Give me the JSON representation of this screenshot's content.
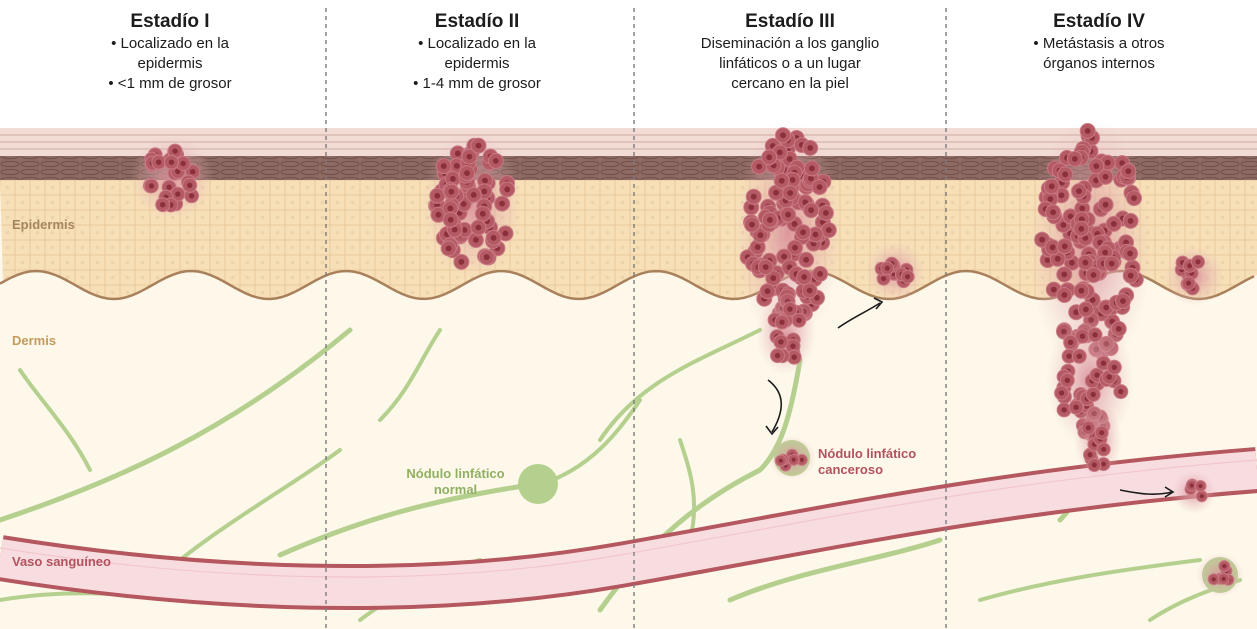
{
  "stages": [
    {
      "title": "Estadío I",
      "description": "• Localizado en la\nepidermis\n• <1 mm de grosor"
    },
    {
      "title": "Estadío II",
      "description": "• Localizado en la\nepidermis\n• 1-4 mm de grosor"
    },
    {
      "title": "Estadío III",
      "description": "Diseminación a los ganglio\nlinfáticos o a un lugar\ncercano en la piel"
    },
    {
      "title": "Estadío IV",
      "description": "• Metástasis a otros\nórganos internos"
    }
  ],
  "labels": {
    "epidermis": "Epidermis",
    "dermis": "Dermis",
    "blood_vessel": "Vaso sanguíneo",
    "normal_node": "Nódulo linfático\nnormal",
    "cancer_node": "Nódulo linfático\ncanceroso"
  },
  "colors": {
    "epidermis": "#f7e0b8",
    "epidermis_cell_line": "#e6c597",
    "dermis": "#fdf8ea",
    "basal_line": "#a9805c",
    "stratum_dark": "#8f6a63",
    "stratum_light": "#f2dcd5",
    "tumor": "#b45a64",
    "tumor_nucleus": "#8c2f3c",
    "tumor_glow": "#e7b8bd",
    "lymph": "#b5d08e",
    "vessel_fill": "#f8dde0",
    "vessel_wall": "#b5575f",
    "divider": "#7c7c7c",
    "epidermis_label": "#a58560",
    "dermis_label": "#c49a5d",
    "lymph_label": "#8fb063",
    "cancer_label": "#b2525d",
    "vessel_label": "#b2525d"
  }
}
